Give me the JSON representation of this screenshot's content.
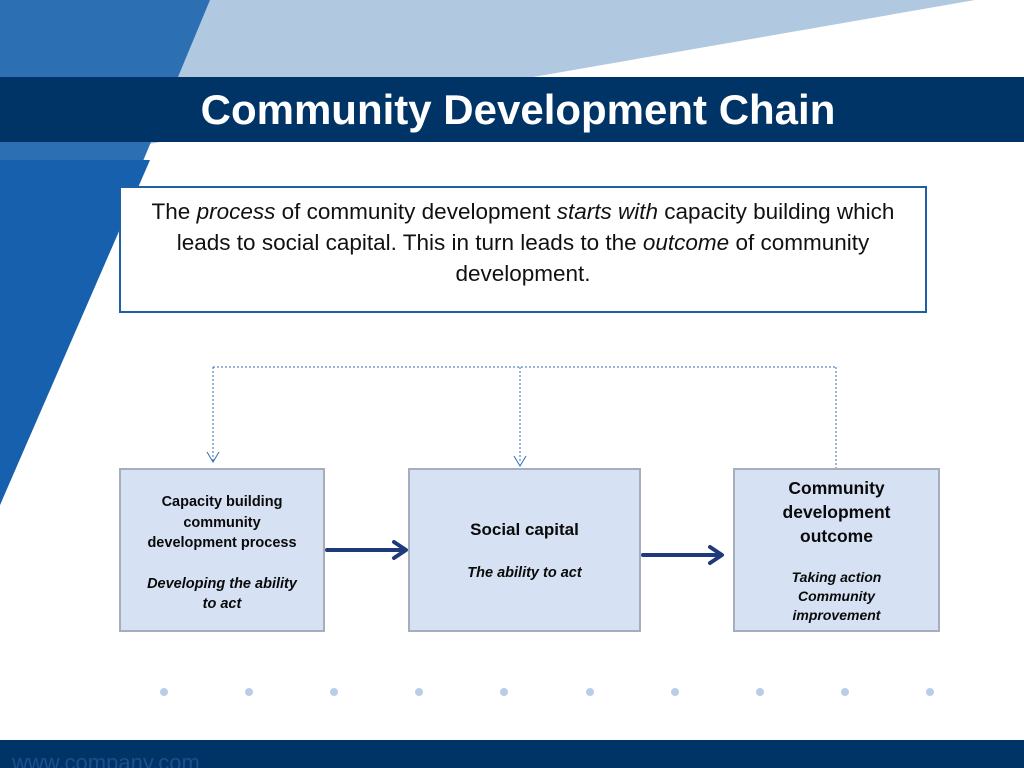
{
  "slide": {
    "title": "Community Development Chain",
    "footer_url": "www.company.com"
  },
  "intro": {
    "parts": [
      {
        "text": "The ",
        "italic": false
      },
      {
        "text": "process",
        "italic": true
      },
      {
        "text": " of community development ",
        "italic": false
      },
      {
        "text": "starts with",
        "italic": true
      },
      {
        "text": " capacity building which leads to social capital. This in turn leads to the ",
        "italic": false
      },
      {
        "text": "outcome",
        "italic": true
      },
      {
        "text": " of community development.",
        "italic": false
      }
    ]
  },
  "chain": {
    "nodes": [
      {
        "heading": [
          "Capacity building",
          "community",
          "development process"
        ],
        "subheading": [
          "Developing the ability",
          "to act"
        ]
      },
      {
        "heading": [
          "Social capital"
        ],
        "subheading": [
          "The ability to act"
        ]
      },
      {
        "heading": [
          "Community",
          "development",
          "outcome"
        ],
        "subheading": [
          "Taking action",
          "Community",
          "improvement"
        ]
      }
    ]
  },
  "colors": {
    "title_bar": "#003366",
    "accent_blue": "#1f5fa6",
    "node_fill": "#d6e2f4",
    "arrow": "#1f3a7a"
  }
}
